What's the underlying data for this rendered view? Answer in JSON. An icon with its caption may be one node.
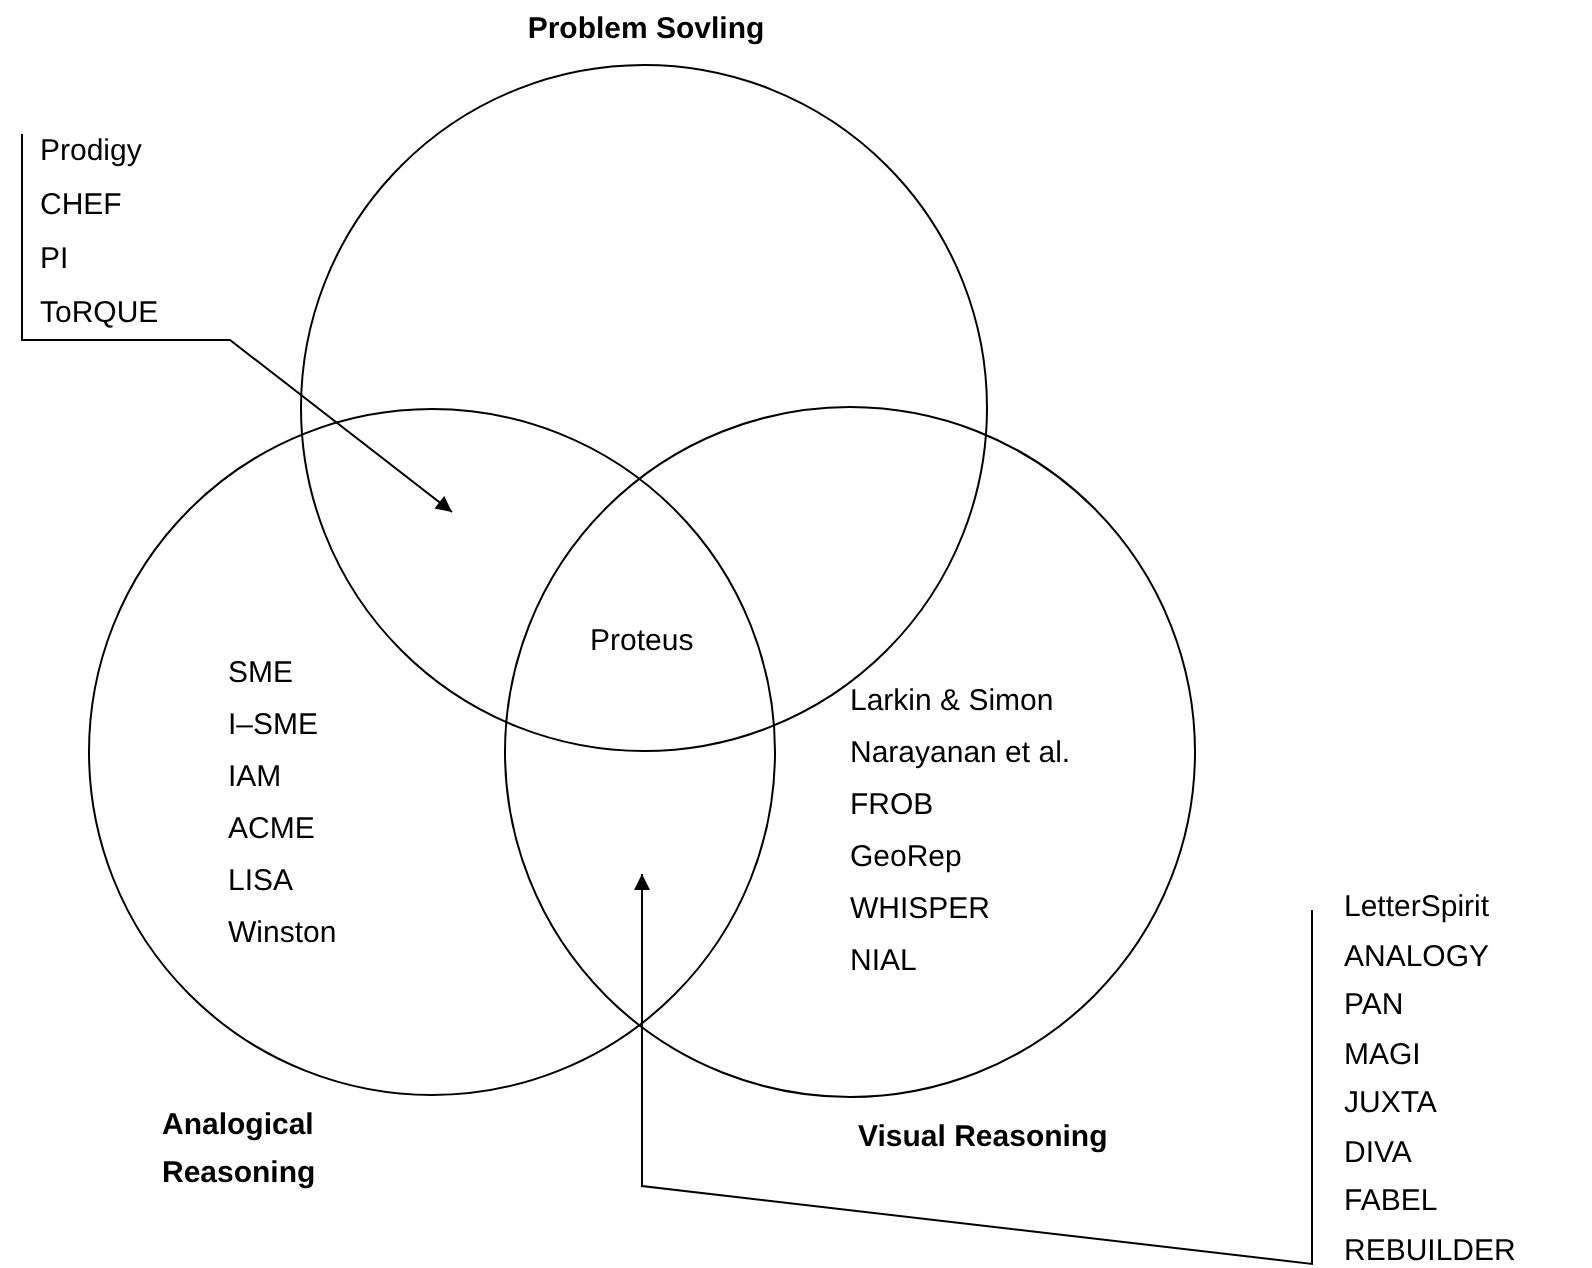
{
  "diagram": {
    "nodes": [
      {
        "text": [
          "Problem Sovling"
        ]
      },
      {
        "text": [
          "Analogical Reasoning"
        ]
      },
      {
        "text": [
          "Visual Reasoning"
        ]
      },
      {
        "text": [
          "Prodigy",
          "CHEF",
          "PI",
          "ToRQUE"
        ]
      },
      {
        "text": [
          "LetterSpirit",
          "ANALOGY",
          "PAN",
          "MAGI",
          "JUXTA",
          "DIVA",
          "FABEL",
          "REBUILDER"
        ]
      }
    ],
    "edges": [
      {
        "from": 3,
        "to": 0,
        "arrow": "to"
      },
      {
        "from": 4,
        "to": 1,
        "arrow": "to"
      }
    ],
    "labels": [
      "Proteus",
      "SME",
      "I–SME",
      "IAM",
      "ACME",
      "LISA",
      "Winston",
      "Larkin & Simon",
      "Narayanan et al.",
      "FROB",
      "GeoRep",
      "WHISPER",
      "NIAL"
    ]
  }
}
